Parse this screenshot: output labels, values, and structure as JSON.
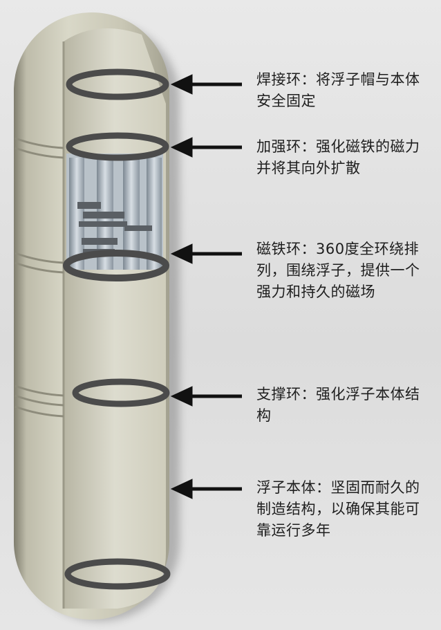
{
  "diagram": {
    "callouts": [
      {
        "id": "weld-ring",
        "text": "焊接环：将浮子帽与本体\n安全固定"
      },
      {
        "id": "reinforce-ring",
        "text": "加强环：强化磁铁的磁力\n并将其向外扩散"
      },
      {
        "id": "magnet-ring",
        "text": "磁铁环：360度全环绕排\n列，围绕浮子，提供一个\n强力和持久的磁场"
      },
      {
        "id": "support-ring",
        "text": "支撑环：强化浮子本体结\n构"
      },
      {
        "id": "float-body",
        "text": "浮子本体：坚固而耐久的\n制造结构，以确保其能可\n靠运行多年"
      }
    ],
    "colors": {
      "shell": "#c9c7b5",
      "shell_dark": "#8e8c7c",
      "inner": "#d6d5c6",
      "ring": "#4b4b4b",
      "magnet": "#aab4bd",
      "arrow": "#111111"
    }
  }
}
